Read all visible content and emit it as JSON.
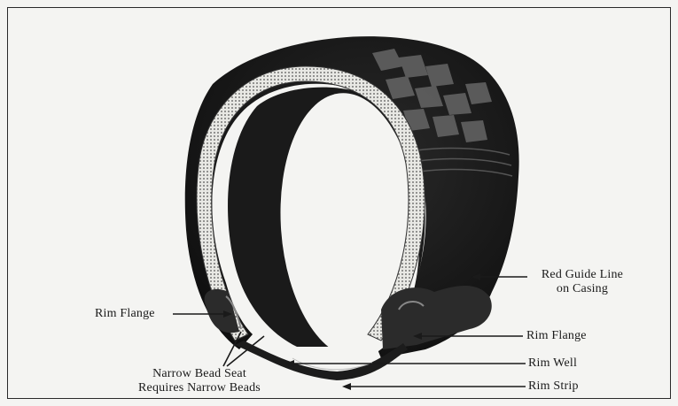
{
  "labels": {
    "red_guide_line_1": "Red Guide Line",
    "red_guide_line_2": "on Casing",
    "rim_flange_left": "Rim Flange",
    "rim_flange_right": "Rim Flange",
    "narrow_bead_1": "Narrow Bead Seat",
    "narrow_bead_2": "Requires Narrow Beads",
    "rim_well": "Rim Well",
    "rim_strip": "Rim Strip"
  }
}
